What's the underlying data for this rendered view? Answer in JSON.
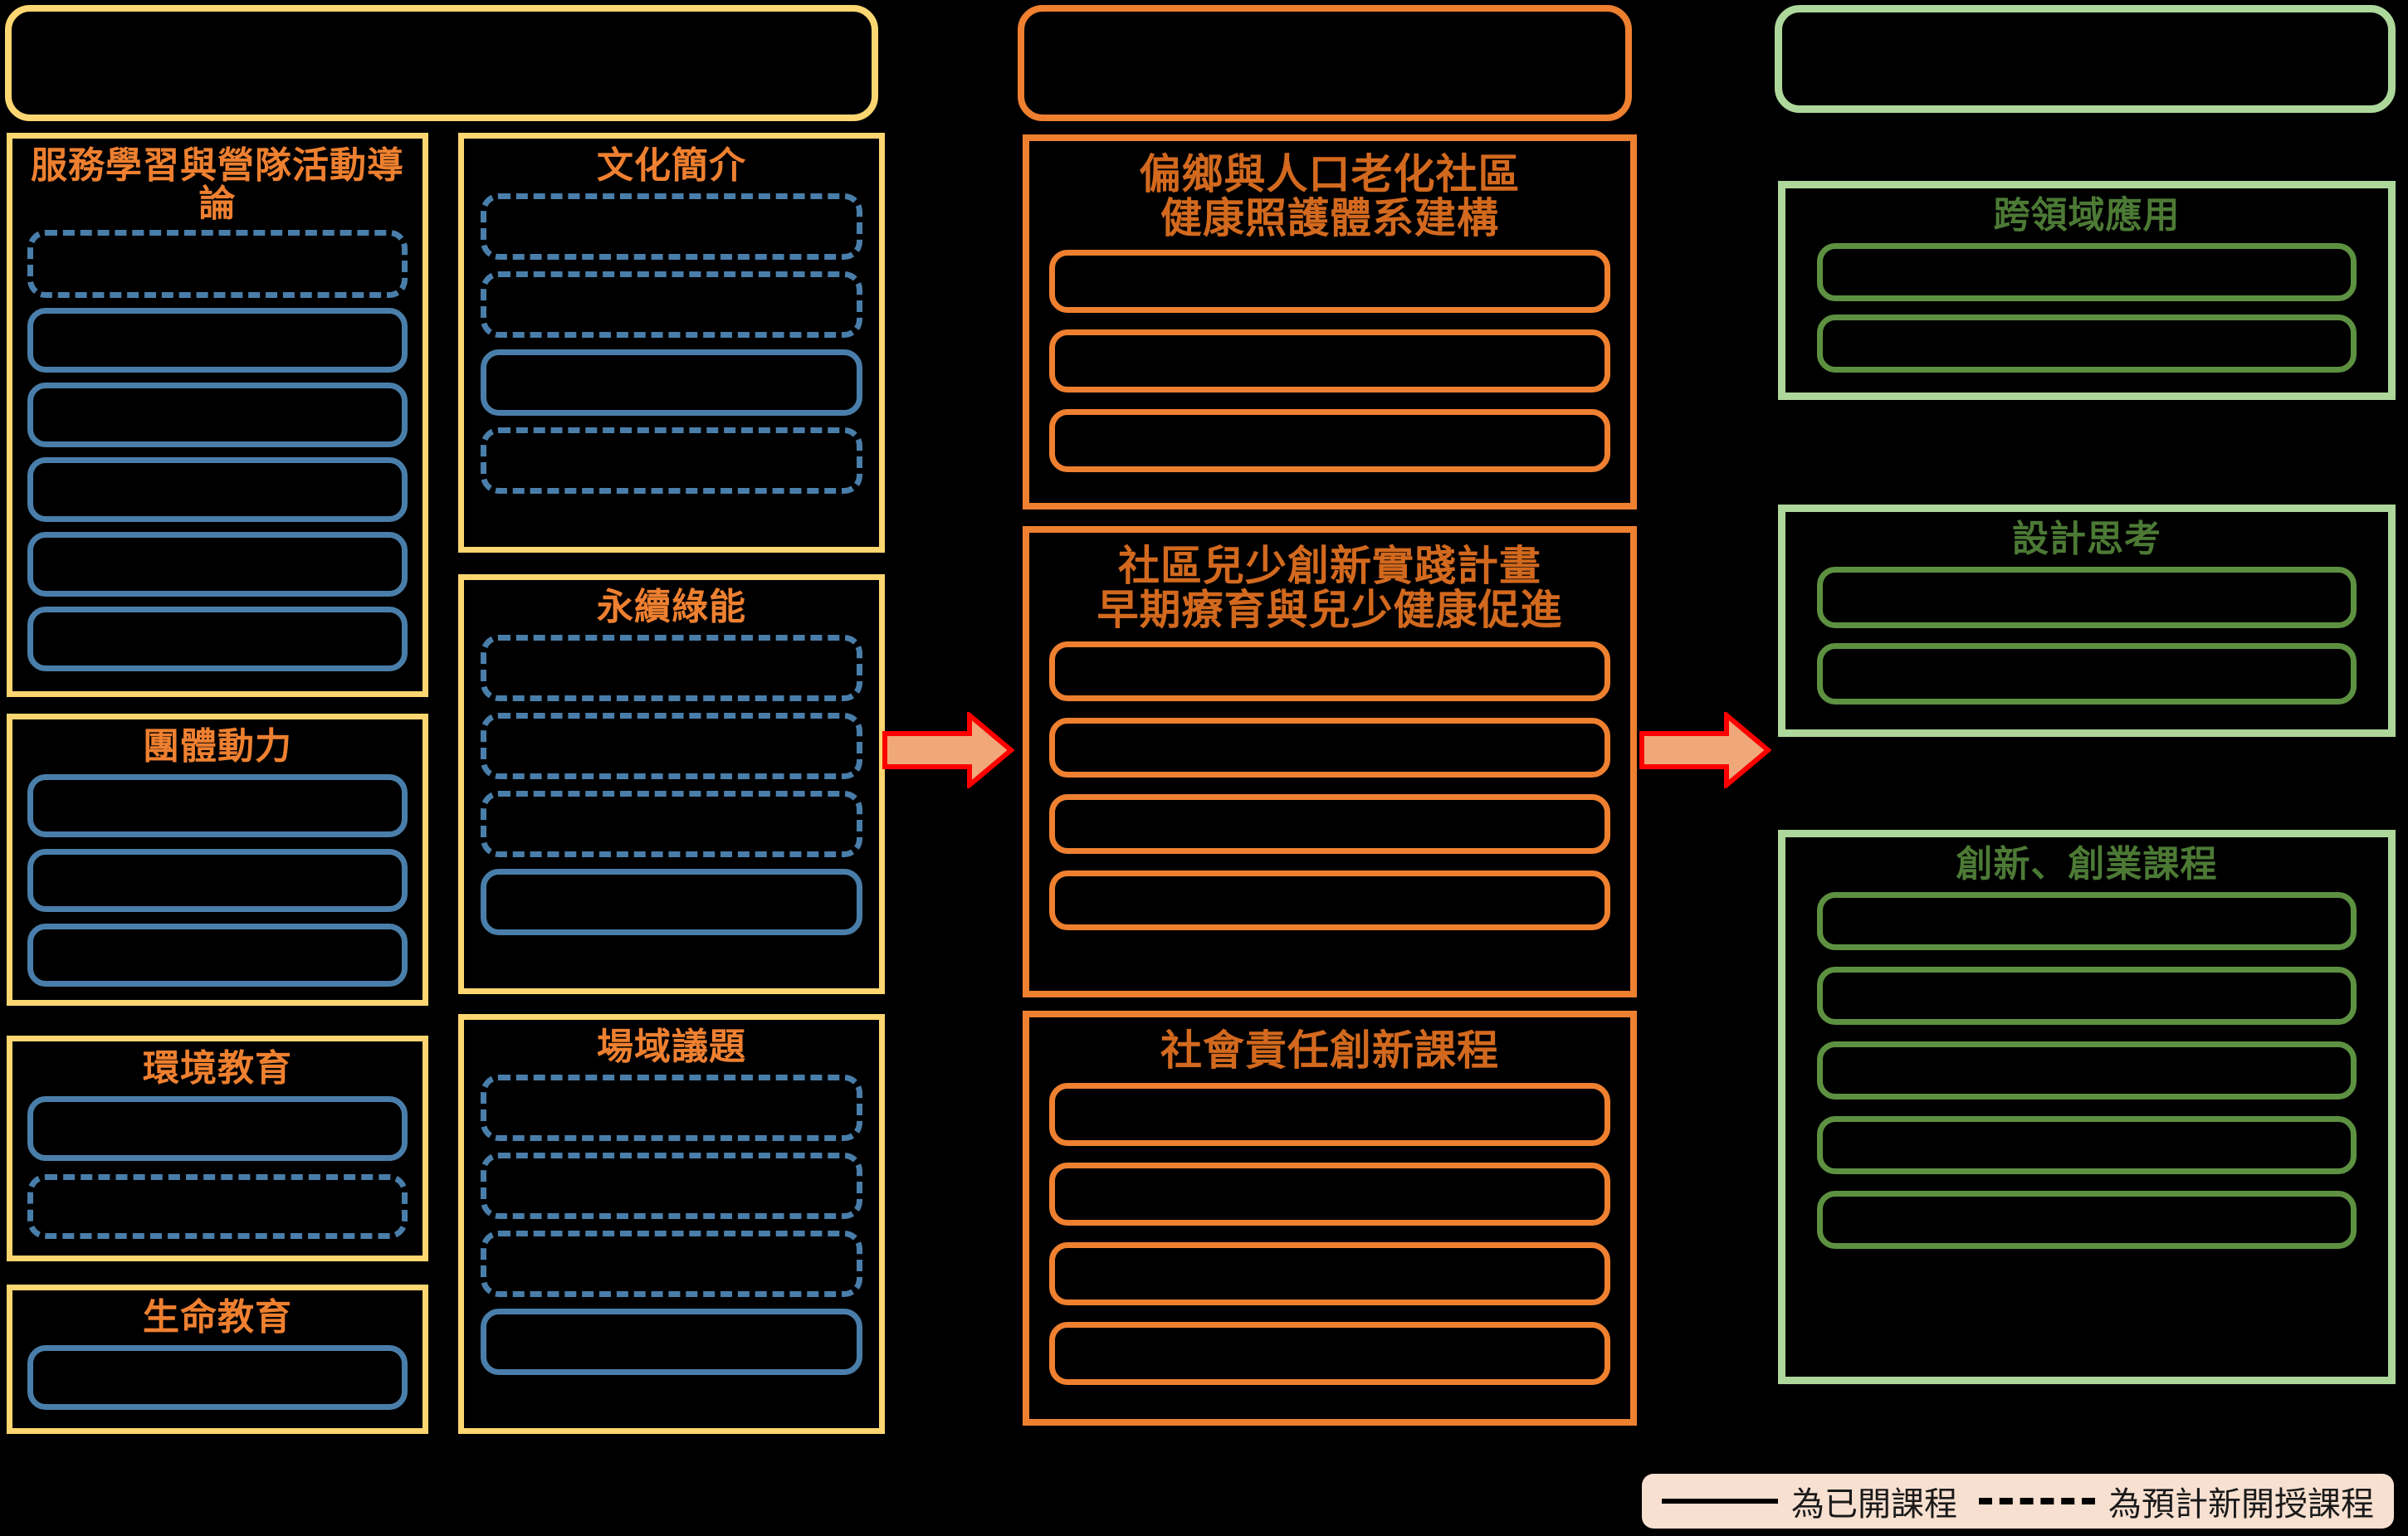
{
  "diagram": {
    "title": "USR course map",
    "colors": {
      "background": "#000000",
      "yellow": "#FCD670",
      "orange": "#EE8030",
      "orange_text": "#D2691E",
      "blue": "#4A7EAA",
      "green_light": "#ADD79B",
      "green_dark": "#5D9141",
      "green_text": "#4C7A35",
      "arrow_fill": "#F0A87A",
      "arrow_stroke": "#FF0000",
      "legend_bg": "#F8E0D0"
    }
  },
  "columns": {
    "left": {
      "header": {
        "label": ""
      },
      "sub_columns": [
        {
          "groups": [
            {
              "title": "服務學習與營隊活動導論",
              "courses": [
                {
                  "label": "",
                  "style": "dashed"
                },
                {
                  "label": "",
                  "style": "solid"
                },
                {
                  "label": "",
                  "style": "solid"
                },
                {
                  "label": "",
                  "style": "solid"
                },
                {
                  "label": "",
                  "style": "solid"
                },
                {
                  "label": "",
                  "style": "solid"
                }
              ]
            },
            {
              "title": "團體動力",
              "courses": [
                {
                  "label": "",
                  "style": "solid"
                },
                {
                  "label": "",
                  "style": "solid"
                },
                {
                  "label": "",
                  "style": "solid"
                }
              ]
            },
            {
              "title": "環境教育",
              "courses": [
                {
                  "label": "",
                  "style": "solid"
                },
                {
                  "label": "",
                  "style": "dashed"
                }
              ]
            },
            {
              "title": "生命教育",
              "courses": [
                {
                  "label": "",
                  "style": "solid"
                }
              ]
            }
          ]
        },
        {
          "groups": [
            {
              "title": "文化簡介",
              "courses": [
                {
                  "label": "",
                  "style": "dashed"
                },
                {
                  "label": "",
                  "style": "dashed"
                },
                {
                  "label": "",
                  "style": "solid"
                },
                {
                  "label": "",
                  "style": "dashed"
                }
              ]
            },
            {
              "title": "永續綠能",
              "courses": [
                {
                  "label": "",
                  "style": "dashed"
                },
                {
                  "label": "",
                  "style": "dashed"
                },
                {
                  "label": "",
                  "style": "dashed"
                },
                {
                  "label": "",
                  "style": "solid"
                }
              ]
            },
            {
              "title": "場域議題",
              "courses": [
                {
                  "label": "",
                  "style": "dashed"
                },
                {
                  "label": "",
                  "style": "dashed"
                },
                {
                  "label": "",
                  "style": "dashed"
                },
                {
                  "label": "",
                  "style": "solid"
                }
              ]
            }
          ]
        }
      ]
    },
    "middle": {
      "header": {
        "label": ""
      },
      "groups": [
        {
          "title": "偏鄉與人口老化社區\n健康照護體系建構",
          "courses": [
            {
              "label": "",
              "style": "solid"
            },
            {
              "label": "",
              "style": "solid"
            },
            {
              "label": "",
              "style": "solid"
            }
          ]
        },
        {
          "title": "社區兒少創新實踐計畫\n早期療育與兒少健康促進",
          "courses": [
            {
              "label": "",
              "style": "solid"
            },
            {
              "label": "",
              "style": "solid"
            },
            {
              "label": "",
              "style": "solid"
            },
            {
              "label": "",
              "style": "solid"
            }
          ]
        },
        {
          "title": "社會責任創新課程",
          "courses": [
            {
              "label": "",
              "style": "solid"
            },
            {
              "label": "",
              "style": "solid"
            },
            {
              "label": "",
              "style": "solid"
            },
            {
              "label": "",
              "style": "solid"
            }
          ]
        }
      ]
    },
    "right": {
      "header": {
        "label": ""
      },
      "groups": [
        {
          "title": "跨領域應用",
          "courses": [
            {
              "label": "",
              "style": "solid"
            },
            {
              "label": "",
              "style": "solid"
            }
          ]
        },
        {
          "title": "設計思考",
          "courses": [
            {
              "label": "",
              "style": "solid"
            },
            {
              "label": "",
              "style": "solid"
            }
          ]
        },
        {
          "title": "創新、創業課程",
          "courses": [
            {
              "label": "",
              "style": "solid"
            },
            {
              "label": "",
              "style": "solid"
            },
            {
              "label": "",
              "style": "solid"
            },
            {
              "label": "",
              "style": "solid"
            },
            {
              "label": "",
              "style": "solid"
            }
          ]
        }
      ]
    }
  },
  "arrows": [
    {
      "name": "arrow-left-to-middle"
    },
    {
      "name": "arrow-middle-to-right"
    }
  ],
  "legend": {
    "items": [
      {
        "style": "solid",
        "label": "為已開課程"
      },
      {
        "style": "dashed",
        "label": "為預計新開授課程"
      }
    ]
  }
}
